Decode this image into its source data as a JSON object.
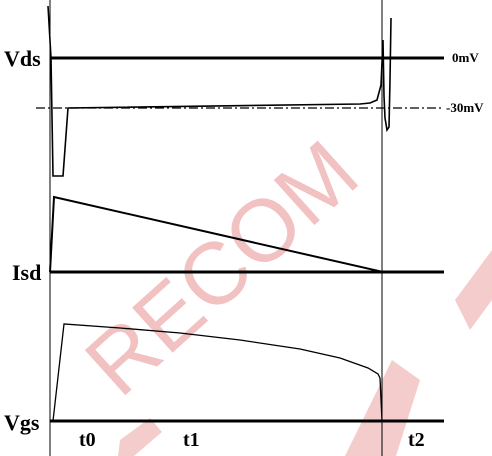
{
  "signals": {
    "vds": "Vds",
    "isd": "Isd",
    "vgs": "Vgs"
  },
  "levels": {
    "zero": "0mV",
    "neg30": "-30mV"
  },
  "times": {
    "t0": "t0",
    "t1": "t1",
    "t2": "t2"
  },
  "watermark": {
    "text": "RECOM",
    "color": "#e88f8f"
  },
  "colors": {
    "trace": "#000000",
    "background": "#ffffff"
  }
}
